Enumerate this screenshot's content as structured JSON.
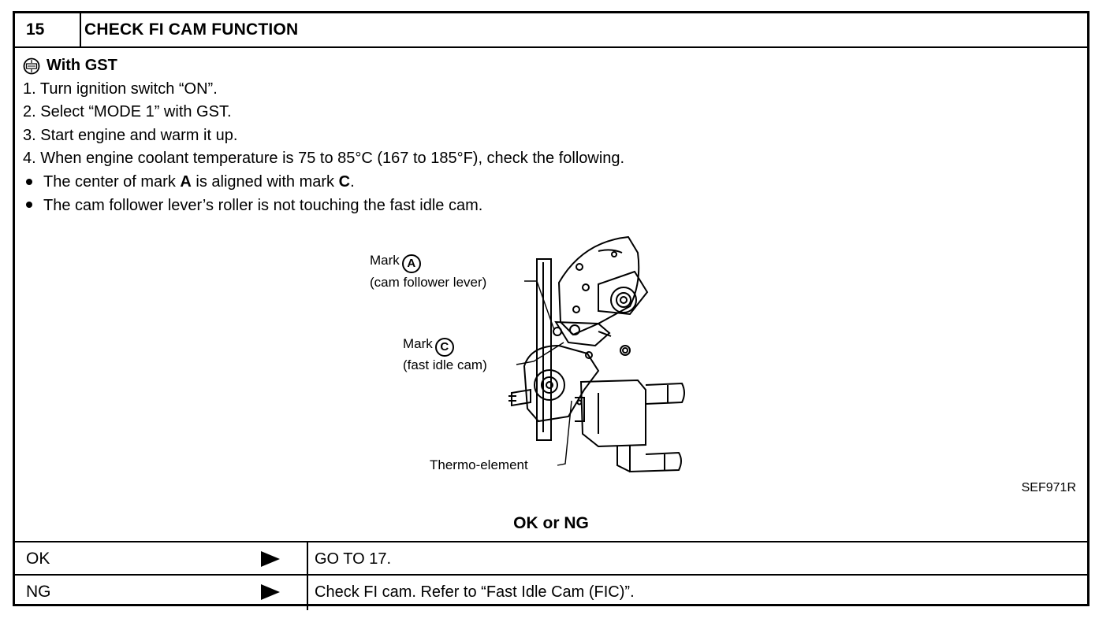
{
  "header": {
    "step_number": "15",
    "title": "CHECK FI CAM FUNCTION"
  },
  "procedure": {
    "subheading": "With GST",
    "steps": [
      "1.  Turn ignition switch “ON”.",
      "2.  Select “MODE 1” with GST.",
      "3.  Start engine and warm it up.",
      "4.  When engine coolant temperature is 75 to 85°C (167 to 185°F), check the following."
    ],
    "bullet_1": {
      "pre": "The center of mark ",
      "mark_a": "A",
      "mid": " is aligned with mark ",
      "mark_c": "C",
      "post": "."
    },
    "bullet_2": "The cam follower lever’s roller is not touching the fast idle cam."
  },
  "figure": {
    "label_mark_a": "Mark",
    "letter_a": "A",
    "caption_a": "(cam follower lever)",
    "label_mark_c": "Mark",
    "letter_c": "C",
    "caption_c": "(fast idle cam)",
    "label_thermo": "Thermo-element",
    "code": "SEF971R"
  },
  "result": {
    "label": "OK or NG",
    "rows": [
      {
        "key": "OK",
        "action": "GO TO 17."
      },
      {
        "key": "NG",
        "action": "Check FI cam. Refer to “Fast Idle Cam (FIC)”."
      }
    ]
  }
}
